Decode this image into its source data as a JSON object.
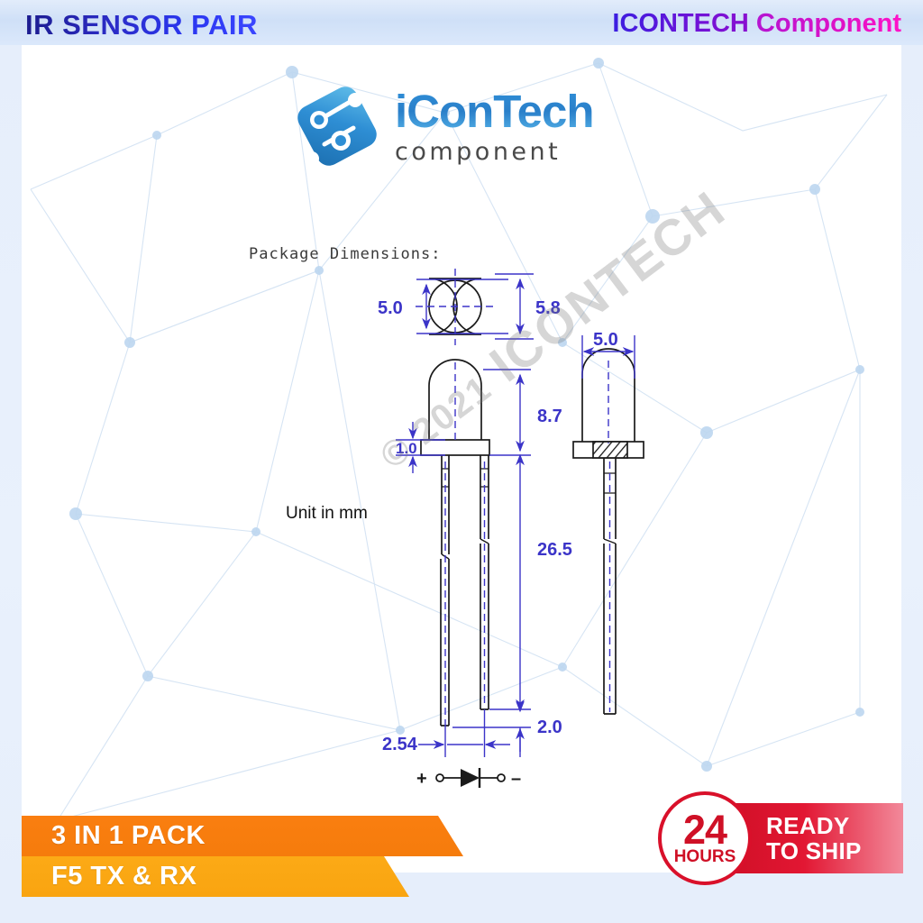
{
  "header": {
    "title_left": "IR SENSOR PAIR",
    "brand": "ICONTECH",
    "brand_suffix": "Component",
    "colors": {
      "brand_blue": "#2a36f0",
      "brand_magenta": "#e011c6"
    }
  },
  "logo": {
    "name_main": "iConTech",
    "name_sub": "component",
    "mark": "circuit-node-logo",
    "color": "#2f8fd8"
  },
  "drawing": {
    "heading": "Package Dimensions:",
    "unit_note": "Unit in mm",
    "line_color": "#3b34c8",
    "outline_color": "#1a1a1a",
    "watermark_line1": "© 2021",
    "watermark_line2": "ICONTECH",
    "dimensions": {
      "top_view_width": "5.0",
      "top_view_height": "5.8",
      "lens_width": "5.0",
      "body_height": "8.7",
      "flange_height": "1.0",
      "lead_length": "26.5",
      "lead_offset": "2.0",
      "lead_pitch": "2.54"
    },
    "polarity": {
      "positive": "+",
      "negative": "–",
      "symbol": "diode"
    }
  },
  "banners": {
    "pack": "3 IN 1 PACK",
    "model": "F5 TX & RX",
    "pack_color": "#f57c0c",
    "model_color": "#f9a410"
  },
  "badge": {
    "number": "24",
    "unit": "HOURS",
    "line1": "READY",
    "line2": "TO SHIP",
    "color": "#cf1026"
  }
}
